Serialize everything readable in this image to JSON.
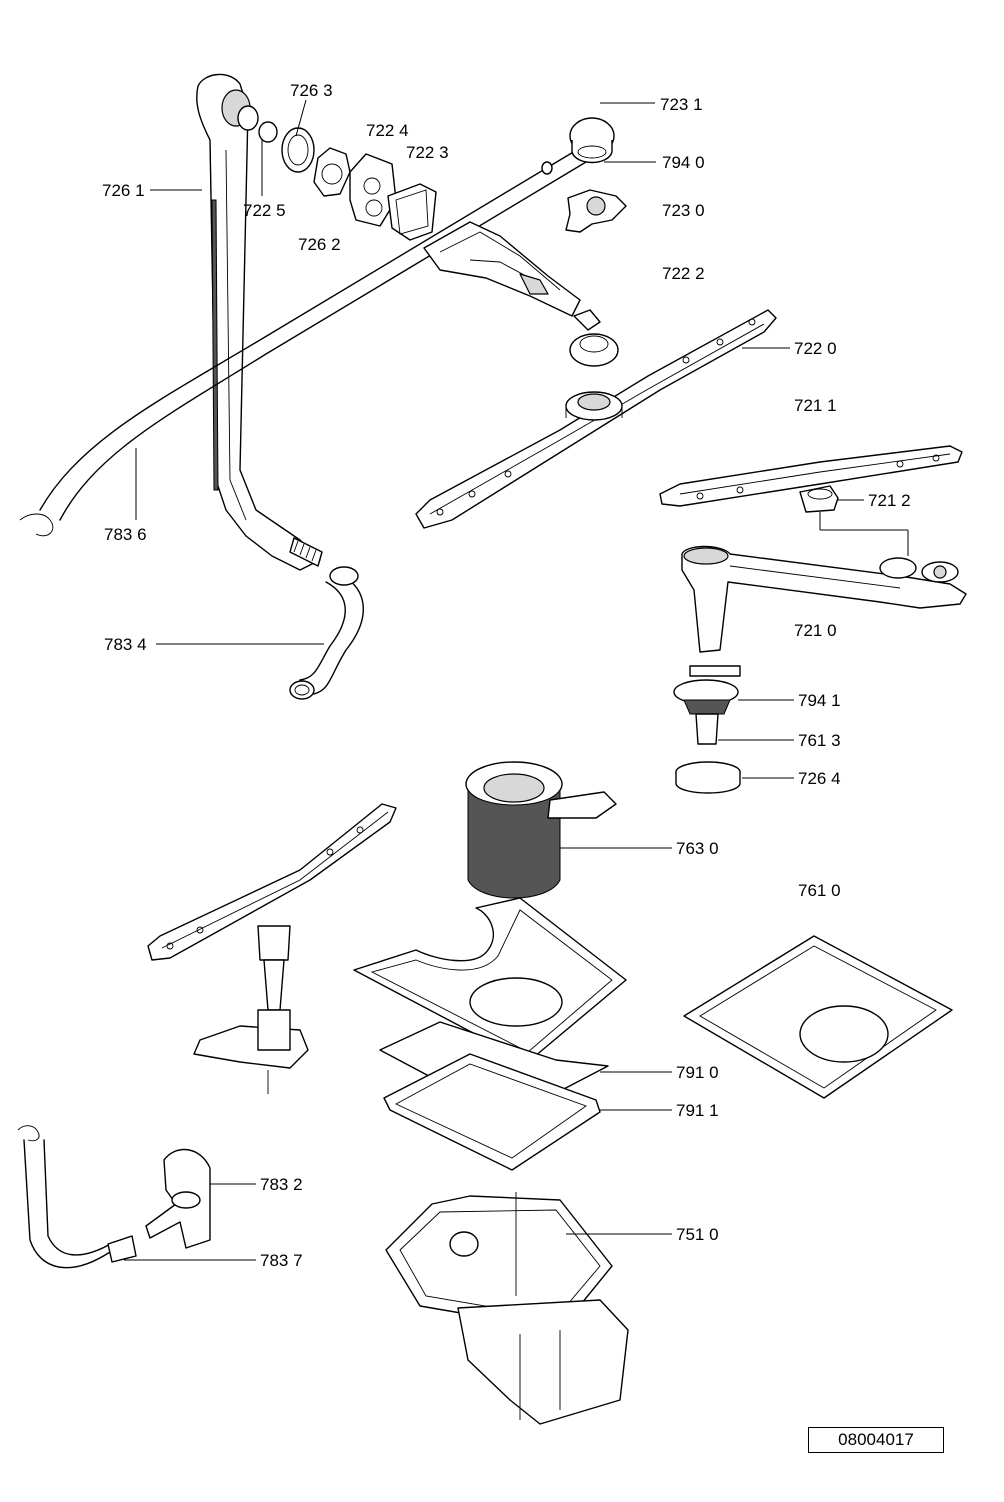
{
  "labels": {
    "l7263": "726 3",
    "l7231": "723 1",
    "l7224": "722 4",
    "l7223": "722 3",
    "l7940": "794 0",
    "l7261": "726 1",
    "l7225": "722 5",
    "l7230": "723 0",
    "l7262": "726 2",
    "l7222": "722 2",
    "l7220": "722 0",
    "l7211": "721 1",
    "l7212": "721 2",
    "l7836": "783 6",
    "l7210": "721 0",
    "l7834": "783 4",
    "l7941": "794 1",
    "l7613": "761 3",
    "l7264": "726 4",
    "l7630": "763 0",
    "l7610": "761 0",
    "l7910": "791 0",
    "l7911": "791 1",
    "l7832": "783 2",
    "l7510": "751 0",
    "l7837": "783 7"
  },
  "reference_number": "08004017"
}
